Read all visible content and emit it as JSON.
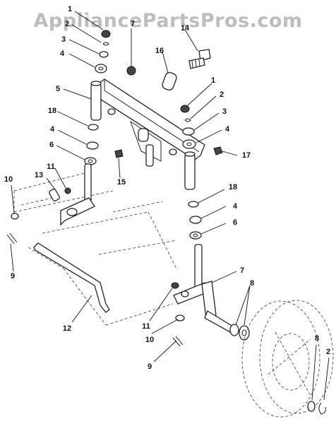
{
  "watermark": "AppliancePartsPros.com",
  "callouts": [
    {
      "id": "c1a",
      "label": "1"
    },
    {
      "id": "c2a",
      "label": "2"
    },
    {
      "id": "c3a",
      "label": "3"
    },
    {
      "id": "c4a",
      "label": "4"
    },
    {
      "id": "c5",
      "label": "5"
    },
    {
      "id": "c7a",
      "label": "7"
    },
    {
      "id": "c14",
      "label": "14"
    },
    {
      "id": "c16",
      "label": "16"
    },
    {
      "id": "c1b",
      "label": "1"
    },
    {
      "id": "c2b",
      "label": "2"
    },
    {
      "id": "c3b",
      "label": "3"
    },
    {
      "id": "c4b",
      "label": "4"
    },
    {
      "id": "c17",
      "label": "17"
    },
    {
      "id": "c18a",
      "label": "18"
    },
    {
      "id": "c4c",
      "label": "4"
    },
    {
      "id": "c6a",
      "label": "6"
    },
    {
      "id": "c15",
      "label": "15"
    },
    {
      "id": "c10a",
      "label": "10"
    },
    {
      "id": "c13",
      "label": "13"
    },
    {
      "id": "c11a",
      "label": "11"
    },
    {
      "id": "c9a",
      "label": "9"
    },
    {
      "id": "c18b",
      "label": "18"
    },
    {
      "id": "c4d",
      "label": "4"
    },
    {
      "id": "c6b",
      "label": "6"
    },
    {
      "id": "c7b",
      "label": "7"
    },
    {
      "id": "c8a",
      "label": "8"
    },
    {
      "id": "c12",
      "label": "12"
    },
    {
      "id": "c11b",
      "label": "11"
    },
    {
      "id": "c10b",
      "label": "10"
    },
    {
      "id": "c9b",
      "label": "9"
    },
    {
      "id": "c8b",
      "label": "8"
    },
    {
      "id": "c2c",
      "label": "2"
    }
  ]
}
